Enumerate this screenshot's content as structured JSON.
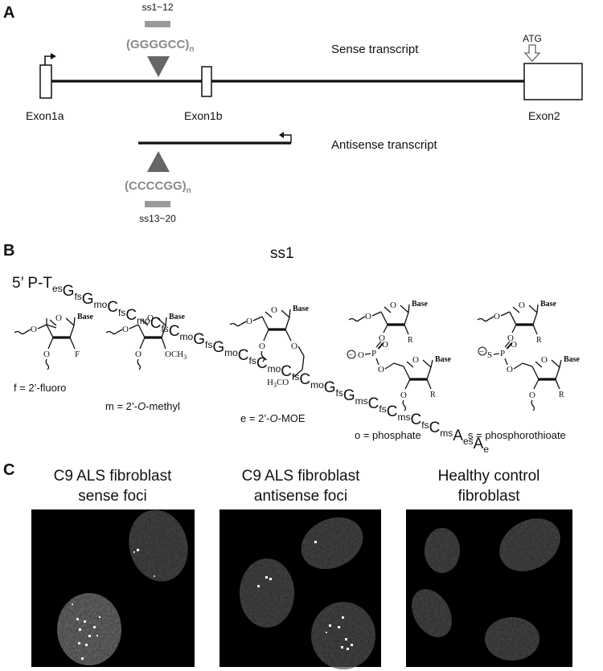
{
  "panels": {
    "a": {
      "label": "A"
    },
    "b": {
      "label": "B"
    },
    "c": {
      "label": "C"
    }
  },
  "panel_a": {
    "sense_range": "ss1~12",
    "sense_repeat": "(GGGGCC)",
    "sense_repeat_sub": "n",
    "sense_transcript": "Sense transcript",
    "atg": "ATG",
    "exon1a": "Exon1a",
    "exon1b": "Exon1b",
    "exon2": "Exon2",
    "antisense_transcript": "Antisense transcript",
    "antisense_repeat": "(CCCCGG)",
    "antisense_repeat_sub": "n",
    "antisense_range": "ss13~20"
  },
  "panel_b": {
    "title": "ss1",
    "sequence_prefix": "5’ P-",
    "sequence": [
      {
        "base": "T",
        "mod": "es"
      },
      {
        "base": "G",
        "mod": "fs"
      },
      {
        "base": "G",
        "mod": "mo"
      },
      {
        "base": "C",
        "mod": "fs"
      },
      {
        "base": "C",
        "mod": "mo"
      },
      {
        "base": "C",
        "mod": "fs"
      },
      {
        "base": "C",
        "mod": "mo"
      },
      {
        "base": "G",
        "mod": "fs"
      },
      {
        "base": "G",
        "mod": "mo"
      },
      {
        "base": "C",
        "mod": "fs"
      },
      {
        "base": "C",
        "mod": "mo"
      },
      {
        "base": "C",
        "mod": "fs"
      },
      {
        "base": "C",
        "mod": "mo"
      },
      {
        "base": "G",
        "mod": "fs"
      },
      {
        "base": "G",
        "mod": "ms"
      },
      {
        "base": "C",
        "mod": "fs"
      },
      {
        "base": "C",
        "mod": "ms"
      },
      {
        "base": "C",
        "mod": "fs"
      },
      {
        "base": "C",
        "mod": "ms"
      },
      {
        "base": "A",
        "mod": "es"
      },
      {
        "base": "A",
        "mod": "e"
      }
    ],
    "structure_labels": {
      "base": "Base",
      "f": "F",
      "och3": "OCH",
      "och3_sub": "3",
      "h3co_a": "H",
      "h3co_sub": "3",
      "h3co_b": "CO",
      "o": "O",
      "p": "P",
      "s": "S",
      "r": "R",
      "minus": "−"
    },
    "legends": {
      "f": "f = 2’-fluoro",
      "m_pre": "m = 2’-",
      "m_ital": "O",
      "m_post": "-methyl",
      "e_pre": "e = 2’-",
      "e_ital": "O",
      "e_post": "-MOE",
      "o": "o = phosphate",
      "s": "s = phosphorothioate"
    }
  },
  "panel_c": {
    "images": [
      {
        "title_line1": "C9 ALS fibroblast",
        "title_line2": "sense foci"
      },
      {
        "title_line1": "C9 ALS fibroblast",
        "title_line2": "antisense foci"
      },
      {
        "title_line1": "Healthy control",
        "title_line2": "fibroblast"
      }
    ]
  },
  "colors": {
    "repeat_gray": "#8a8a8a",
    "marker_gray": "#9a9a9a",
    "arrow_gray": "#666666",
    "micrograph_bg": "#000000",
    "nucleus": "#4a4a4a",
    "focus": "#ffffff"
  },
  "icons": [
    "tss-arrow-icon",
    "atg-down-arrow-icon",
    "antisense-tss-arrow-icon"
  ]
}
